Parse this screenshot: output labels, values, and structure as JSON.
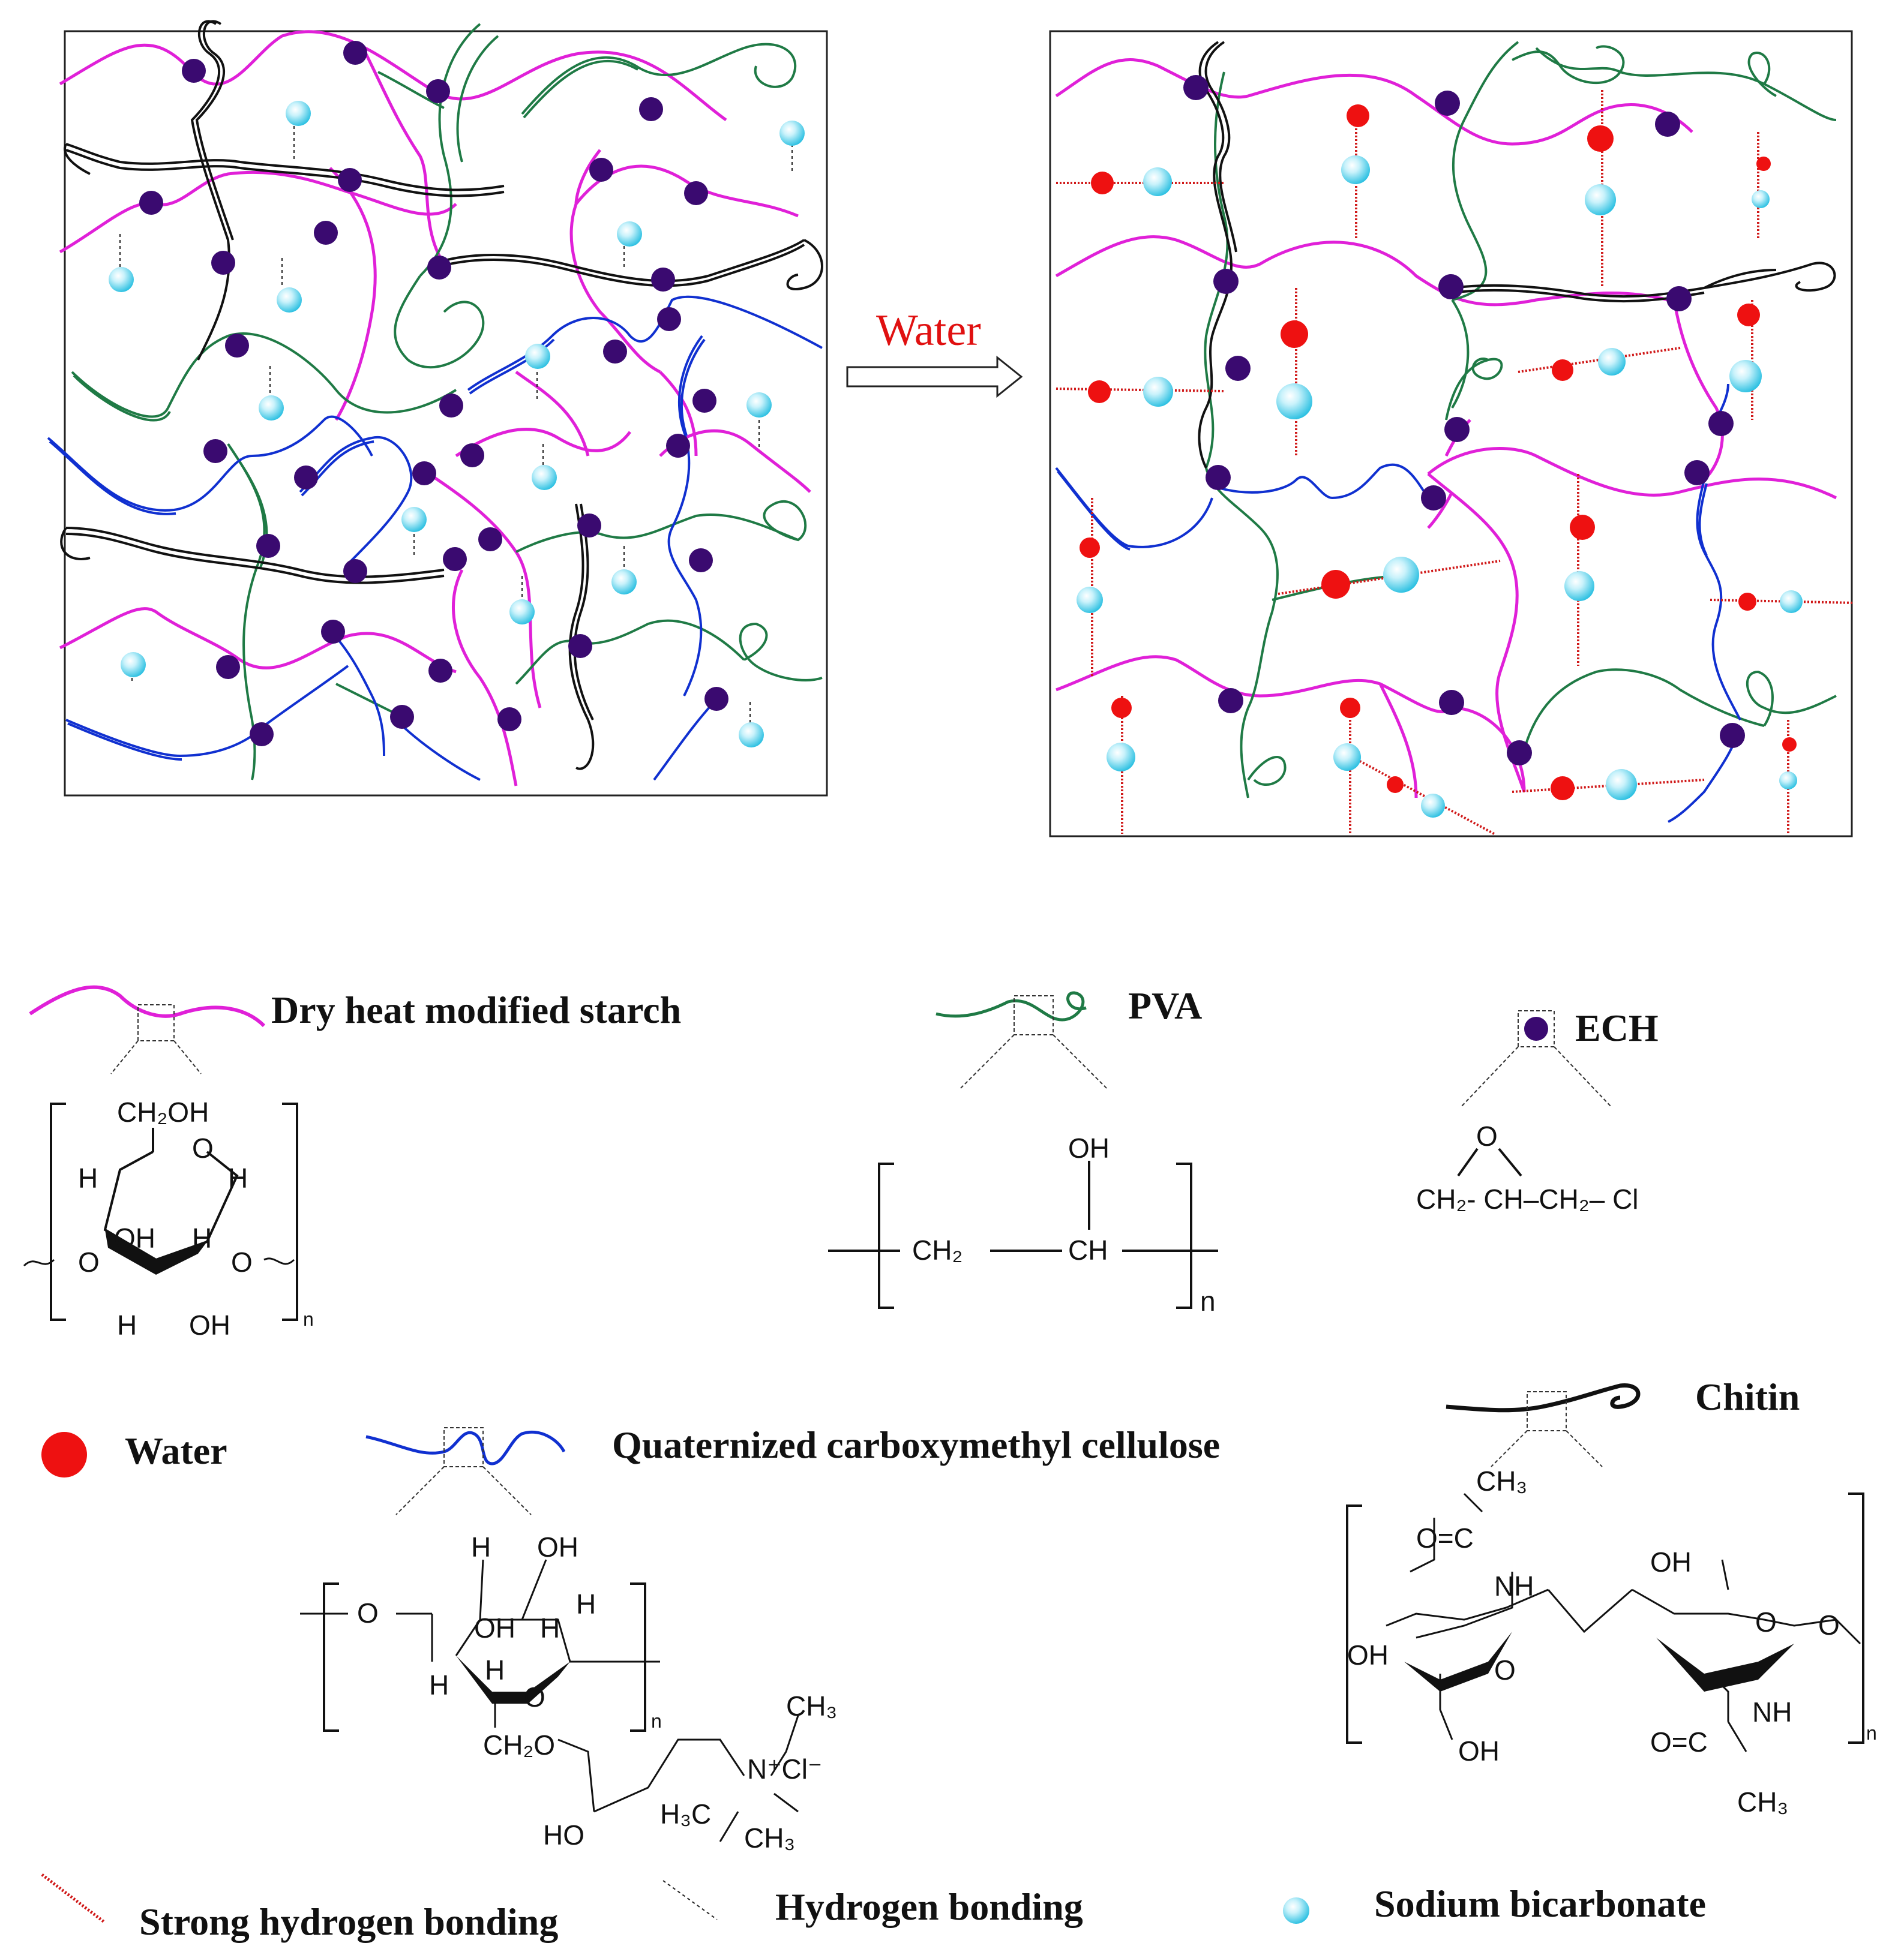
{
  "arrow": {
    "label": "Water"
  },
  "legend": {
    "starch": "Dry heat modified starch",
    "pva": "PVA",
    "ech": "ECH",
    "water": "Water",
    "qcmc": "Quaternized carboxymethyl cellulose",
    "chitin": "Chitin",
    "strong_hb": "Strong hydrogen bonding",
    "hb": "Hydrogen bonding",
    "nahco3": "Sodium bicarbonate"
  },
  "structures": {
    "starch": {
      "ch2oh": "CH₂OH",
      "o": "O",
      "h": "H",
      "oh": "OH",
      "n": "n"
    },
    "pva": {
      "oh": "OH",
      "ch2": "CH₂",
      "ch": "CH",
      "n": "n"
    },
    "ech": {
      "o": "O",
      "formula": "CH₂- CH–CH₂– Cl"
    },
    "qcmc": {
      "o": "O",
      "h": "H",
      "oh": "OH",
      "ch2o": "CH₂O",
      "ho": "HO",
      "ch3": "CH₃",
      "h3c": "H₃C",
      "ncl": "N⁺Cl⁻",
      "n": "n"
    },
    "chitin": {
      "ch3": "CH₃",
      "oc": "O=C",
      "nh": "NH",
      "oh": "OH",
      "o": "O",
      "n": "n"
    }
  },
  "colors": {
    "starch": "#e020d8",
    "pva": "#1f7a45",
    "qcmc": "#1030d0",
    "chitin": "#111111",
    "ech": "#3a0a70",
    "water": "#ee1111",
    "nahco3": "#33ccee",
    "strong_hb": "#d01818"
  }
}
